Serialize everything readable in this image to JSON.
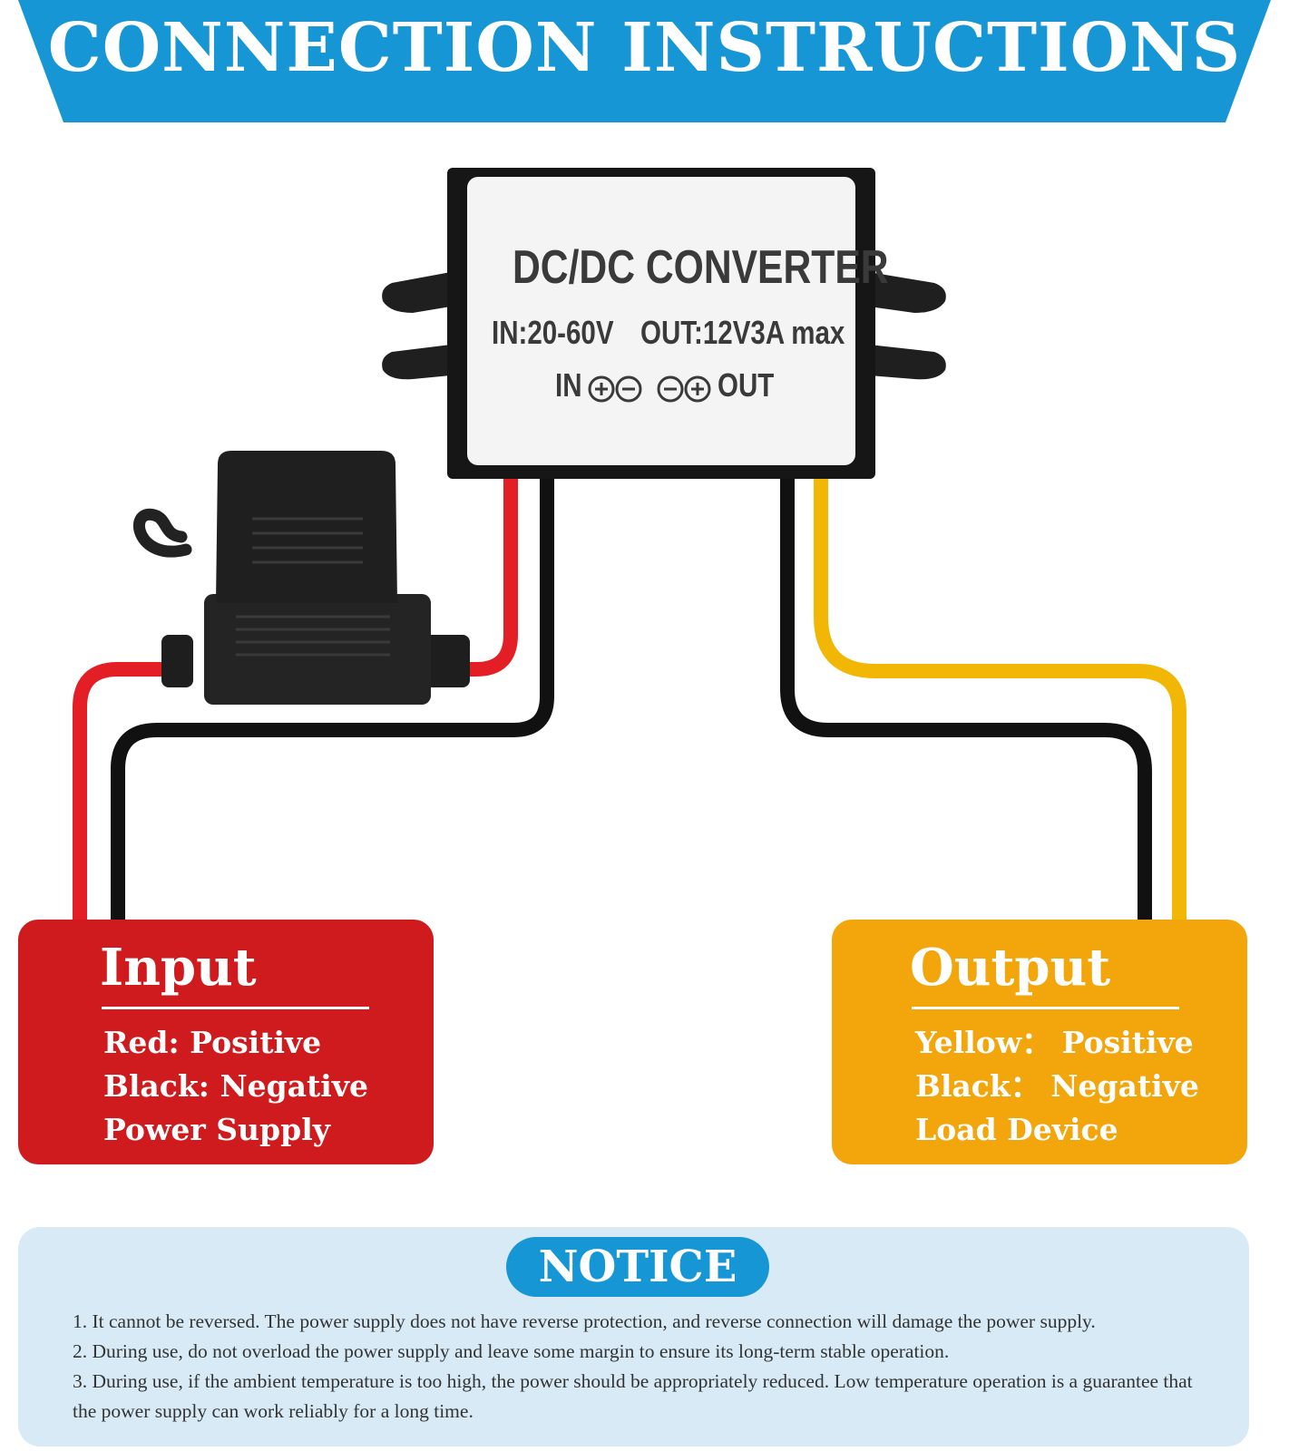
{
  "banner": {
    "title": "CONNECTION INSTRUCTIONS",
    "color": "#1796d6"
  },
  "converter": {
    "title": "DC/DC CONVERTER",
    "input_spec": "IN:20-60V",
    "output_spec": "OUT:12V3A max",
    "terminal_in": "IN",
    "terminal_out": "OUT"
  },
  "wires": {
    "positive_in": "#e31e24",
    "negative": "#111111",
    "positive_out": "#f2b705"
  },
  "input_card": {
    "title": "Input",
    "line1": "Red: Positive",
    "line2": "Black: Negative",
    "line3": "Power Supply",
    "color": "#cf1b1e"
  },
  "output_card": {
    "title": "Output",
    "line1": "Yellow： Positive",
    "line2": "Black： Negative",
    "line3": "Load Device",
    "color": "#f3a60c"
  },
  "notice": {
    "title": "NOTICE",
    "items": [
      "1. It cannot be reversed. The power supply does not have reverse protection, and reverse connection will damage the power supply.",
      "2. During use, do not overload the power supply and leave some margin to ensure its long-term stable operation.",
      "3. During use, if the ambient temperature is too high, the power should be appropriately reduced. Low temperature operation is a guarantee that the power supply can work reliably for a long time."
    ]
  }
}
